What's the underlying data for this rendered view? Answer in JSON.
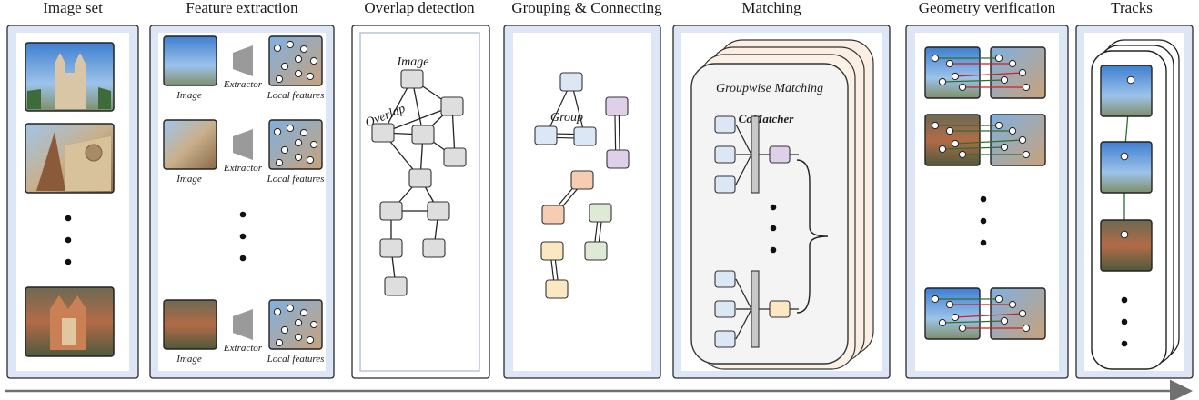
{
  "headers": {
    "image_set": "Image set",
    "feature_extraction": "Feature extraction",
    "overlap_detection": "Overlap detection",
    "grouping": "Grouping & Connecting",
    "matching": "Matching",
    "geometry": "Geometry verification",
    "tracks": "Tracks"
  },
  "feature": {
    "image_label": "Image",
    "extractor_label": "Extractor",
    "local_label": "Local features"
  },
  "overlap": {
    "image_label": "Image",
    "overlap_label": "Overlap"
  },
  "grouping": {
    "group_label": "Group"
  },
  "matching": {
    "groupwise_label": "Groupwise Matching",
    "comatcher_label": "CoMatcher"
  },
  "colors": {
    "panel_fill": "#dde6f5",
    "panel_border": "#2b2b2b",
    "node_fill": "#dedede",
    "node_blue": "#dbe7f4",
    "node_purple": "#ddd0e8",
    "node_orange": "#f6cdb3",
    "node_green": "#dfead6",
    "node_yellow": "#fbe8c2",
    "match_red": "#cc2222",
    "match_green": "#2f6d2f",
    "arrow": "#707070"
  }
}
